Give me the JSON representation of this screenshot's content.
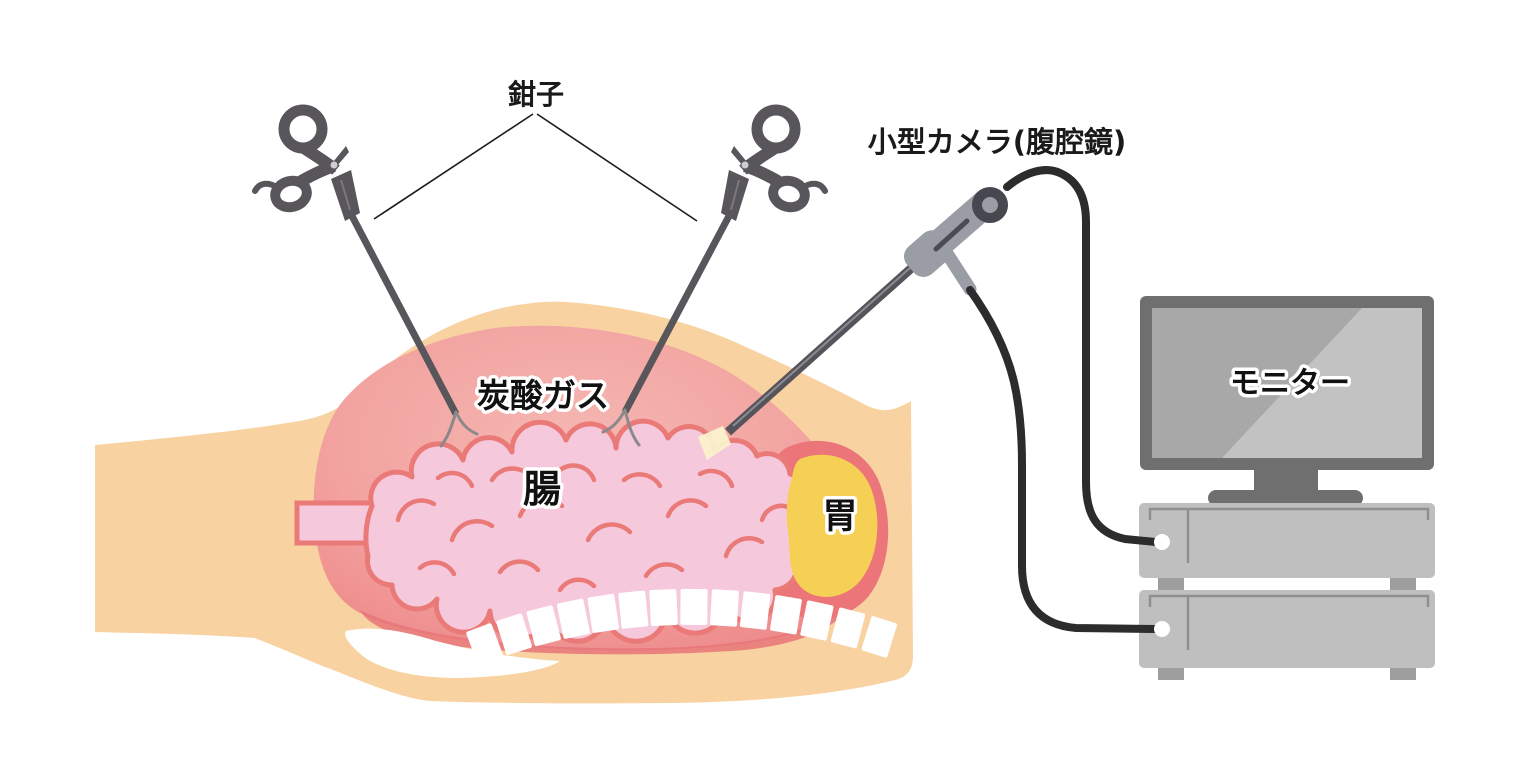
{
  "diagram": {
    "title_implicit": "腹腔鏡手術のイメージ図",
    "labels": {
      "forceps": "鉗子",
      "camera": "小型カメラ(腹腔鏡)",
      "gas": "炭酸ガス",
      "intestine": "腸",
      "stomach": "胃",
      "monitor": "モニター"
    },
    "body": {
      "spine_segment_count": 14
    },
    "colors": {
      "skin": "#F8D2A0",
      "cavity_light": "#F5B7B2",
      "cavity_dark": "#EC8484",
      "cavity_deep_band": "#E87479",
      "intestine_fill": "#F6C8DB",
      "intestine_line": "#E97A78",
      "stomach_yellow": "#F6CF55",
      "stomach_halo": "#EC757A",
      "instrument_gray": "#59565B",
      "forceps_tip_gray": "#8C888C",
      "camera_body_gray": "#9B9DA6",
      "camera_detail_dark": "#47474F",
      "cable_black": "#2D2C2C",
      "monitor_frame": "#6F6F6F",
      "monitor_screen": "#A8A8A8",
      "monitor_screen_highlight": "#C2C2C2",
      "device_box": "#BFBFBF",
      "device_line": "#8F8F8F",
      "device_feet": "#9E9E9E",
      "pointer_line": "#1A1A1A",
      "scope_light": "#FBF2CE",
      "background": "#FFFFFF"
    }
  }
}
